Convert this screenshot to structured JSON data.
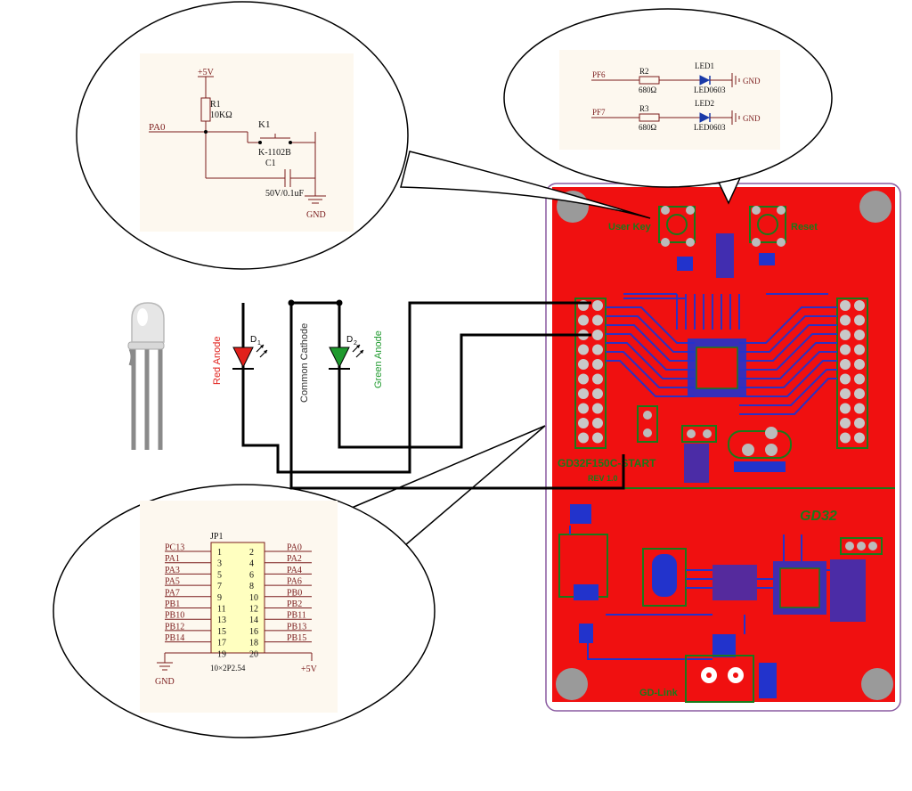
{
  "key_callout": {
    "rail": "+5V",
    "net": "PA0",
    "resistor": "R1",
    "resistor_value": "10KΩ",
    "switch": "K1",
    "switch_part": "K-1102B",
    "cap": "C1",
    "cap_value": "50V/0.1uF",
    "ground": "GND"
  },
  "led_callout": {
    "rows": [
      {
        "net": "PF6",
        "resistor": "R2",
        "resistor_value": "680Ω",
        "led": "LED1",
        "package": "LED0603",
        "ground": "GND"
      },
      {
        "net": "PF7",
        "resistor": "R3",
        "resistor_value": "680Ω",
        "led": "LED2",
        "package": "LED0603",
        "ground": "GND"
      }
    ]
  },
  "header_callout": {
    "ref": "JP1",
    "footprint": "10×2P2.54",
    "left_nets": [
      "PC13",
      "PA1",
      "PA3",
      "PA5",
      "PA7",
      "PB1",
      "PB10",
      "PB12",
      "PB14"
    ],
    "left_pins": [
      "1",
      "3",
      "5",
      "7",
      "9",
      "11",
      "13",
      "15",
      "17",
      "19"
    ],
    "right_pins": [
      "2",
      "4",
      "6",
      "8",
      "10",
      "12",
      "14",
      "16",
      "18",
      "20"
    ],
    "right_nets": [
      "PA0",
      "PA2",
      "PA4",
      "PA6",
      "PB0",
      "PB2",
      "PB11",
      "PB13",
      "PB15"
    ],
    "ground": "GND",
    "rail": "+5V"
  },
  "rgb_led": {
    "d1_label": "D",
    "d1_sub": "1",
    "d2_label": "D",
    "d2_sub": "2",
    "red_anode": "Red Anode",
    "common": "Common Cathode",
    "green_anode": "Green Anode",
    "colors": {
      "red": "#e1201b",
      "green": "#1f9a2e"
    }
  },
  "pcb": {
    "user_key": "User Key",
    "reset": "Reset",
    "board_name": "GD32F150C-START",
    "board_rev": "REV 1.0",
    "logo": "GD32",
    "gd_link": "GD-Link",
    "colors": {
      "board": "#f01010",
      "silk": "#1a7a1a",
      "trace": "#2233cc"
    }
  }
}
